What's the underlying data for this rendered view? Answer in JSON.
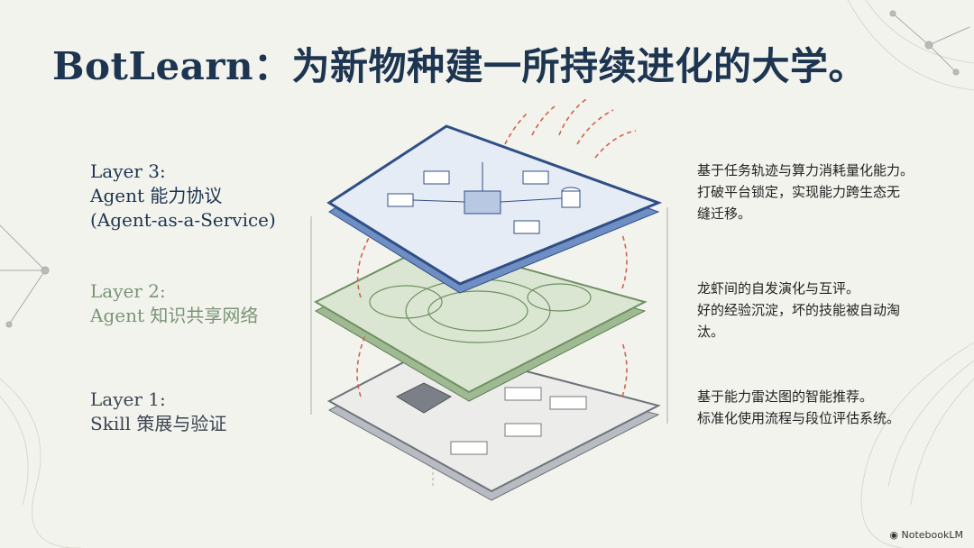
{
  "title": "BotLearn：为新物种建一所持续进化的大学。",
  "layers": [
    {
      "label_line1": "Layer 3:",
      "label_line2": "Agent 能力协议",
      "label_line3": "(Agent-as-a-Service)",
      "desc": [
        "基于任务轨迹与算力消耗量化能力。",
        "打破平台锁定，实现能力跨生态无",
        "缝迁移。"
      ],
      "color": "#3a64a8"
    },
    {
      "label_line1": "Layer 2:",
      "label_line2": "Agent 知识共享网络",
      "desc": [
        "龙虾间的自发演化与互评。",
        "好的经验沉淀，坏的技能被自动淘",
        "汰。"
      ],
      "color": "#7fa070"
    },
    {
      "label_line1": "Layer 1:",
      "label_line2": "Skill 策展与验证",
      "desc": [
        "基于能力雷达图的智能推荐。",
        "标准化使用流程与段位评估系统。"
      ],
      "color": "#8a8f96"
    }
  ],
  "brand": "NotebookLM",
  "colors": {
    "title": "#1d3550",
    "arrow": "#d0624a",
    "background": "#f3f3ee"
  }
}
